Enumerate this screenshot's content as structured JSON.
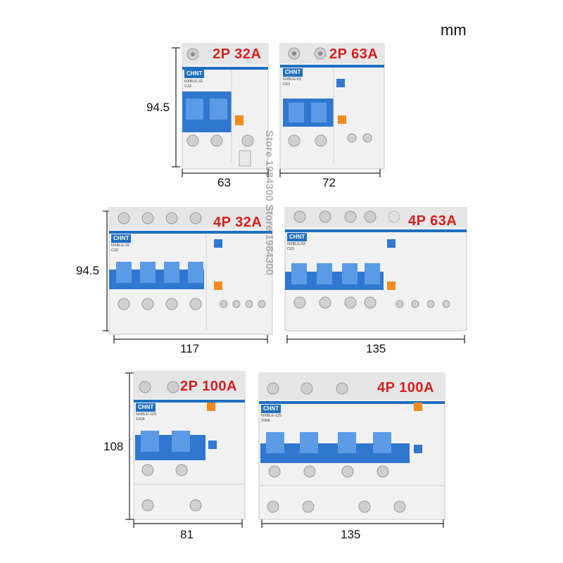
{
  "unit_label": "mm",
  "products": [
    {
      "id": "2p32",
      "rating": "2P 32A",
      "brand": "CHNT",
      "model": "NXBLE-32",
      "sub": "C32",
      "height": "94.5",
      "width": "63"
    },
    {
      "id": "2p63",
      "rating": "2P 63A",
      "brand": "CHNT",
      "model": "NXBLE-63",
      "sub": "C63",
      "width": "72"
    },
    {
      "id": "4p32",
      "rating": "4P 32A",
      "brand": "CHNT",
      "model": "NXBLE-32",
      "sub": "C32",
      "height": "94.5",
      "width": "117"
    },
    {
      "id": "4p63",
      "rating": "4P 63A",
      "brand": "CHNT",
      "model": "NXBLE-63",
      "sub": "C63",
      "width": "135"
    },
    {
      "id": "2p100",
      "rating": "2P 100A",
      "brand": "CHNT",
      "model": "NXBLE-125",
      "sub": "100A",
      "height": "108",
      "width": "81"
    },
    {
      "id": "4p100",
      "rating": "4P 100A",
      "brand": "CHNT",
      "model": "NXBLE-125",
      "sub": "100A",
      "width": "135"
    }
  ],
  "watermark": "Store 1984300 Store 1984300",
  "colors": {
    "handle": "#3b7fd4",
    "test_button": "#f28a1e",
    "rating_text": "#d42020",
    "brand_band": "#1f6fc0"
  }
}
